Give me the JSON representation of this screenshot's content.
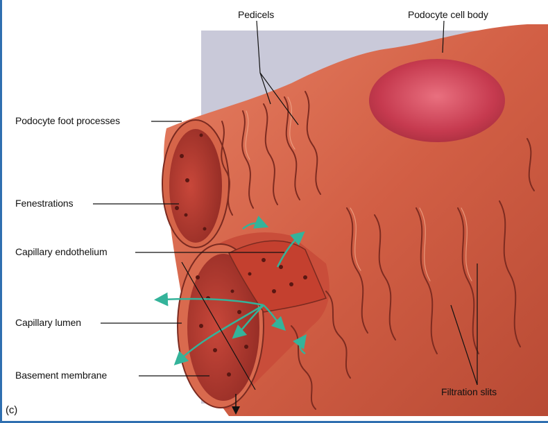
{
  "figure": {
    "panel_letter": "(c)",
    "labels": {
      "pedicels": "Pedicels",
      "podocyte_cell_body": "Podocyte cell body",
      "podocyte_foot_processes": "Podocyte foot processes",
      "fenestrations": "Fenestrations",
      "capillary_endothelium": "Capillary endothelium",
      "capillary_lumen": "Capillary lumen",
      "basement_membrane": "Basement membrane",
      "filtration_slits": "Filtration slits"
    }
  },
  "colors": {
    "frame_blue": "#2f6fb0",
    "backdrop": "#c9c9d9",
    "tissue": "#d8664a",
    "tissue_dark": "#a6322a",
    "lumen": "#b8342a",
    "cell_body": "#c63a4f",
    "arrow": "#34b39a"
  }
}
